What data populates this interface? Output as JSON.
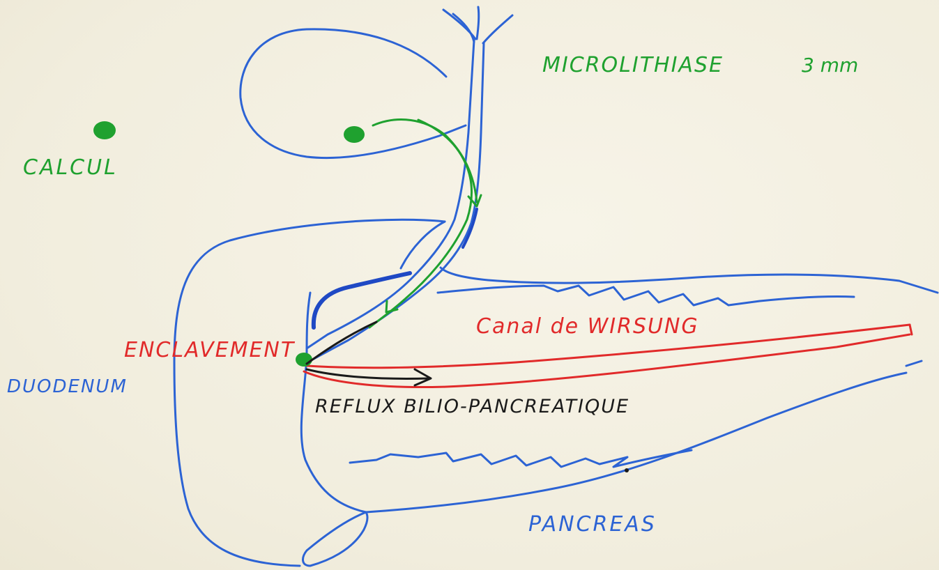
{
  "labels": {
    "microlithiase": "MICROLITHIASE",
    "size": "3 mm",
    "calcul": "CALCUL",
    "enclavement": "ENCLAVEMENT",
    "duodenum": "DUODENUM",
    "wirsung": "Canal de WIRSUNG",
    "reflux": "REFLUX BILIO-PANCREATIQUE",
    "pancreas": "PANCREAS"
  },
  "colors": {
    "paper": "#f3f0e2",
    "blue": "#2c63d4",
    "dark_blue": "#1f49c4",
    "green": "#1fa12f",
    "red": "#e12a2a",
    "black": "#1a1a1a"
  }
}
